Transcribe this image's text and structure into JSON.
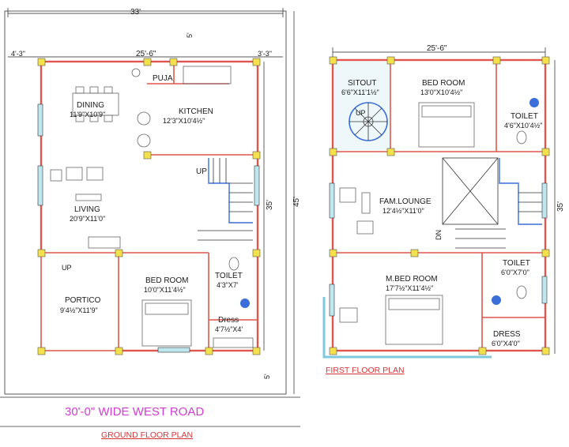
{
  "ground_floor": {
    "title": "GROUND FLOOR PLAN",
    "road_label": "30'-0\" WIDE WEST ROAD",
    "dims": {
      "overall_width": "33'",
      "setback_left": "4'-3\"",
      "inner_width": "25'-6\"",
      "setback_right": "3'-3\"",
      "top_setback": "5'",
      "overall_depth": "45'",
      "building_depth": "35'",
      "bottom_setback": "5'"
    },
    "rooms": {
      "dining": {
        "name": "DINING",
        "size": "11'9\"X10'9\""
      },
      "kitchen": {
        "name": "KITCHEN",
        "size": "12'3\"X10'4½\""
      },
      "puja": {
        "name": "PUJA"
      },
      "living": {
        "name": "LIVING",
        "size": "20'9\"X11'0\""
      },
      "bedroom": {
        "name": "BED ROOM",
        "size": "10'0\"X11'4½\""
      },
      "toilet": {
        "name": "TOILET",
        "size": "4'3\"X7'"
      },
      "dress": {
        "name": "Dress",
        "size": "4'7½\"X4'"
      },
      "portico": {
        "name": "PORTICO",
        "size": "9'4½\"X11'9\""
      }
    },
    "stair_up": "UP",
    "entry_up": "UP"
  },
  "first_floor": {
    "title": "FIRST FLOOR PLAN",
    "dims": {
      "inner_width": "25'-6\"",
      "depth": "35'"
    },
    "rooms": {
      "sitout": {
        "name": "SITOUT",
        "size": "6'6\"X11'1½\""
      },
      "bedroom": {
        "name": "BED ROOM",
        "size": "13'0\"X10'4½\""
      },
      "toilet_top": {
        "name": "TOILET",
        "size": "4'6\"X10'4½\""
      },
      "fam_lounge": {
        "name": "FAM.LOUNGE",
        "size": "12'4½\"X11'0\""
      },
      "mbed": {
        "name": "M.BED ROOM",
        "size": "17'7½\"X11'4½\""
      },
      "toilet_bottom": {
        "name": "TOILET",
        "size": "6'0\"X7'0\""
      },
      "dress": {
        "name": "DRESS",
        "size": "6'0\"X4'0\""
      }
    },
    "spiral_up": "UP",
    "stair_dn": "DN"
  },
  "colors": {
    "wall": "#e0564f",
    "column": "#f4e04a",
    "window": "#bfe7ef",
    "stairs": "#3a6ed8",
    "road_text": "#d23bd4",
    "title_text": "#d4363a"
  }
}
